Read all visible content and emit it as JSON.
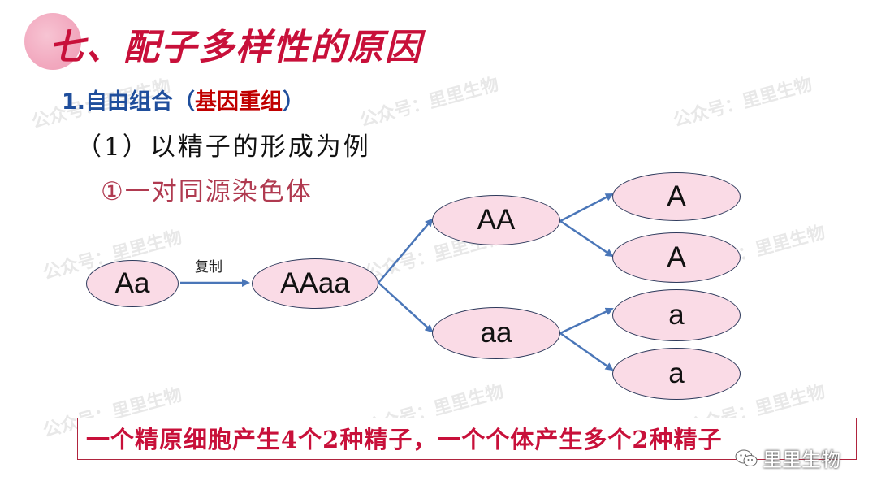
{
  "title": "七、配子多样性的原因",
  "section": {
    "prefix": "1.自由组合（",
    "highlight": "基因重组",
    "suffix": "）"
  },
  "subsection": "（1）以精子的形成为例",
  "point": "①一对同源染色体",
  "diagram": {
    "start": "Aa",
    "edge_label": "复制",
    "replicated": "AAaa",
    "middle": [
      "AA",
      "aa"
    ],
    "final": [
      "A",
      "A",
      "a",
      "a"
    ]
  },
  "conclusion": "一个精原细胞产生4个2种精子，一个个体产生多个2种精子",
  "watermark": "公众号：里里生物",
  "badge": {
    "icon": "wechat-icon",
    "text": "里里生物"
  },
  "colors": {
    "title": "#c8103a",
    "node_fill": "#fadbe6",
    "arrow": "#4a76b8",
    "section_blue": "#1f4e9c"
  }
}
